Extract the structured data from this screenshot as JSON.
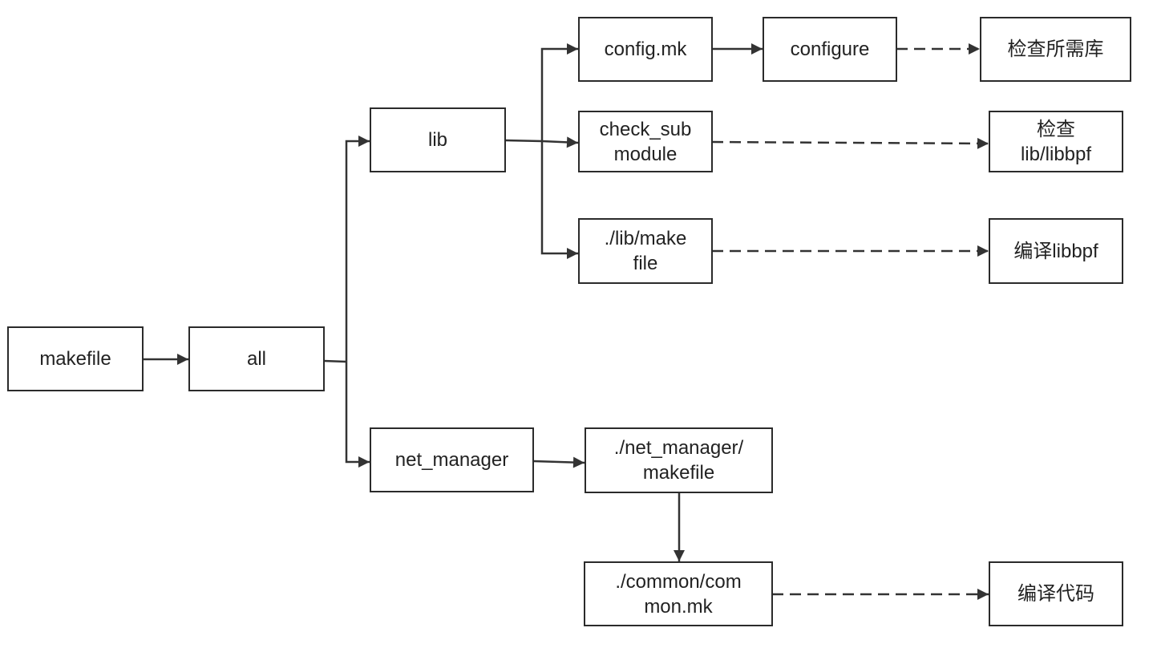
{
  "colors": {
    "stroke": "#333333",
    "background": "#ffffff"
  },
  "nodes": {
    "makefile": {
      "lines": [
        "makefile"
      ]
    },
    "all": {
      "lines": [
        "all"
      ]
    },
    "lib": {
      "lines": [
        "lib"
      ]
    },
    "net_manager": {
      "lines": [
        "net_manager"
      ]
    },
    "config_mk": {
      "lines": [
        "config.mk"
      ]
    },
    "configure": {
      "lines": [
        "configure"
      ]
    },
    "check_libs": {
      "lines": [
        "检查所需库"
      ]
    },
    "check_sub": {
      "lines": [
        "check_sub",
        "module"
      ]
    },
    "check_libbpf": {
      "lines": [
        "检查",
        "lib/libbpf"
      ]
    },
    "lib_make": {
      "lines": [
        "./lib/make",
        "file"
      ]
    },
    "build_libbpf": {
      "lines": [
        "编译libbpf"
      ]
    },
    "nm_makefile": {
      "lines": [
        "./net_manager/",
        "makefile"
      ]
    },
    "common_mk": {
      "lines": [
        "./common/com",
        "mon.mk"
      ]
    },
    "build_code": {
      "lines": [
        "编译代码"
      ]
    }
  }
}
